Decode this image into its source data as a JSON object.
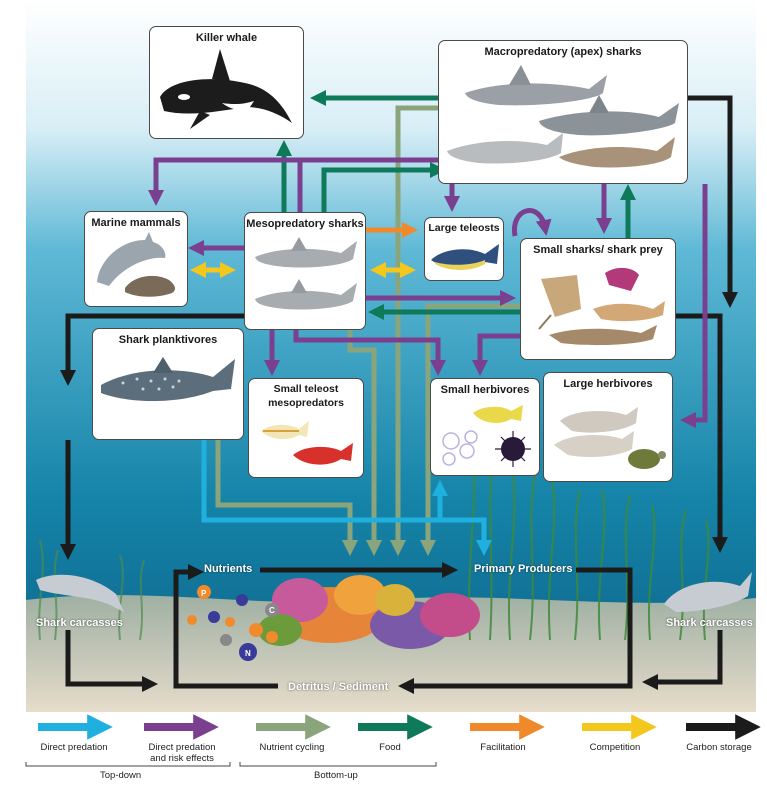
{
  "nodes": {
    "killer_whale": "Killer whale",
    "apex_sharks": "Macropredatory (apex) sharks",
    "marine_mammals": "Marine mammals",
    "mesopredatory_sharks": "Mesopredatory sharks",
    "large_teleosts": "Large teleosts",
    "small_sharks": "Small sharks/ shark prey",
    "shark_planktivores": "Shark planktivores",
    "small_teleost_line1": "Small teleost",
    "small_teleost_line2": "mesopredators",
    "small_herbivores": "Small herbivores",
    "large_herbivores": "Large herbivores"
  },
  "scene": {
    "nutrients": "Nutrients",
    "primary_producers": "Primary Producers",
    "detritus": "Detritus / Sediment",
    "carcass_left": "Shark carcasses",
    "carcass_right": "Shark carcasses",
    "nutrient_letters": [
      "P",
      "N",
      "C"
    ]
  },
  "legend": {
    "items": [
      {
        "label": "Direct predation",
        "color": "#1fb0e0"
      },
      {
        "label_line1": "Direct predation",
        "label_line2": "and risk effects",
        "color": "#7b3f8f"
      },
      {
        "label": "Nutrient cycling",
        "color": "#8aa57c"
      },
      {
        "label": "Food",
        "color": "#0f7a5a"
      },
      {
        "label": "Facilitation",
        "color": "#f0892b"
      },
      {
        "label": "Competition",
        "color": "#f4c71c"
      },
      {
        "label": "Carbon storage",
        "color": "#1b1b1b"
      }
    ],
    "groups": {
      "top_down": "Top-down",
      "bottom_up": "Bottom-up"
    }
  },
  "colors": {
    "direct_predation": "#1fb0e0",
    "predation_risk": "#7b3f8f",
    "nutrient_cycling": "#8aa57c",
    "food": "#0f7a5a",
    "facilitation": "#f0892b",
    "competition": "#f4c71c",
    "carbon": "#1b1b1b"
  }
}
